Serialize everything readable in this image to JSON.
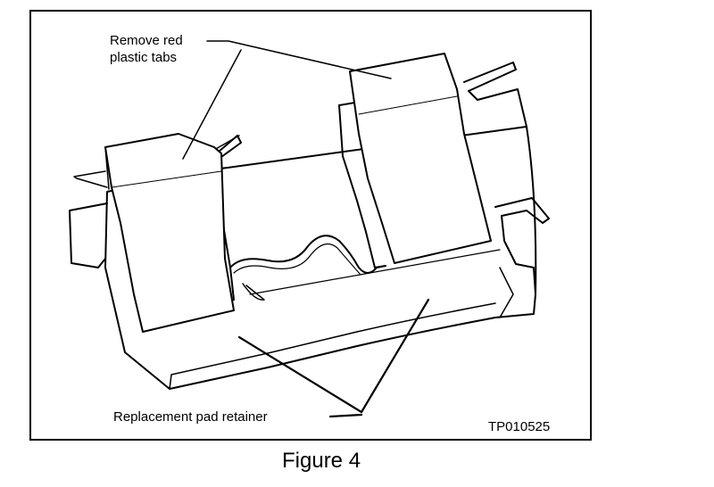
{
  "labels": {
    "callout_tabs_line1": "Remove red",
    "callout_tabs_line2": "plastic tabs",
    "callout_retainer": "Replacement pad retainer",
    "part_number": "TP010525",
    "figure_caption": "Figure 4"
  }
}
